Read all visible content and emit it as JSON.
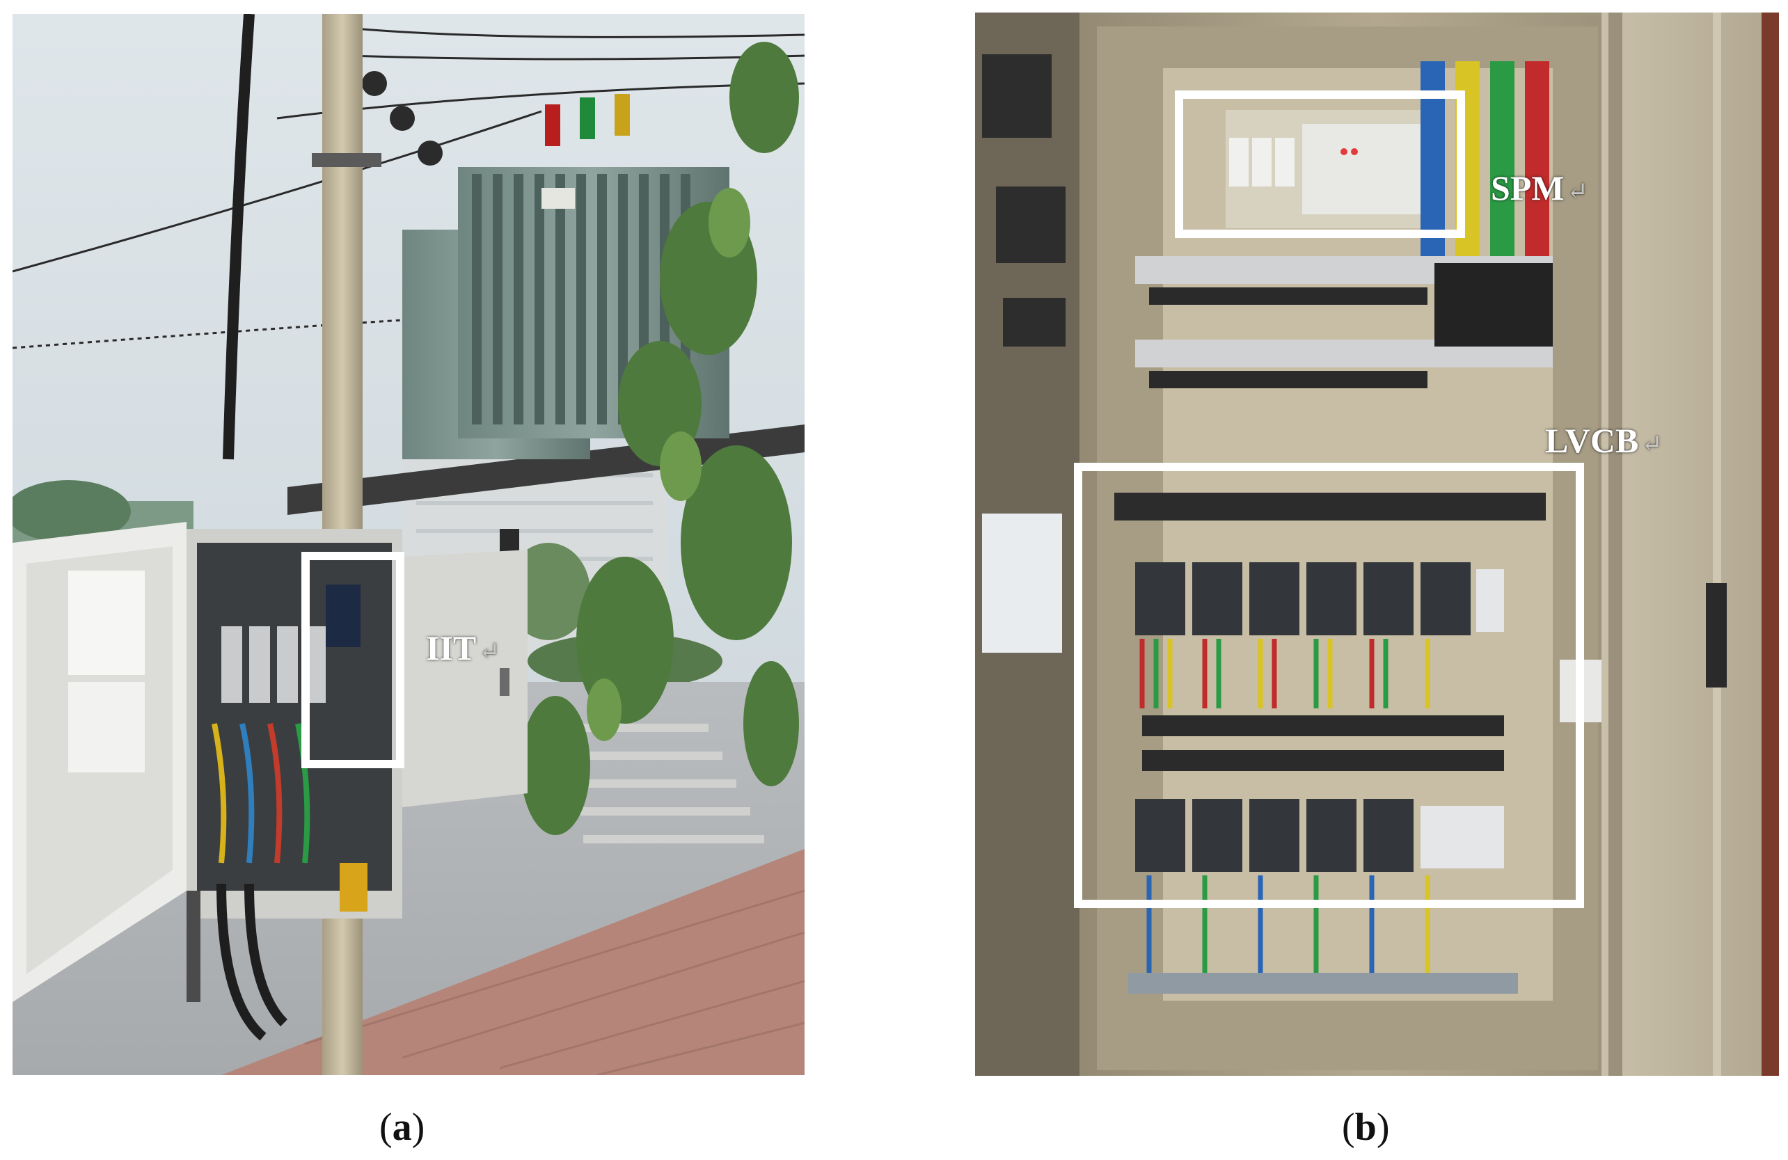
{
  "figure": {
    "panel_a": {
      "caption_open": "(",
      "caption_letter": "a",
      "caption_close": ")",
      "labels": {
        "iit": "IIT",
        "iit_mark": "↵"
      }
    },
    "panel_b": {
      "caption_open": "(",
      "caption_letter": "b",
      "caption_close": ")",
      "labels": {
        "spm": "SPM",
        "spm_mark": "↵",
        "lvcb": "LVCB",
        "lvcb_mark": "↵"
      }
    }
  },
  "colors": {
    "annotation_box": "#ffffff",
    "label_text": "#ffffff",
    "caption_text": "#111111"
  }
}
